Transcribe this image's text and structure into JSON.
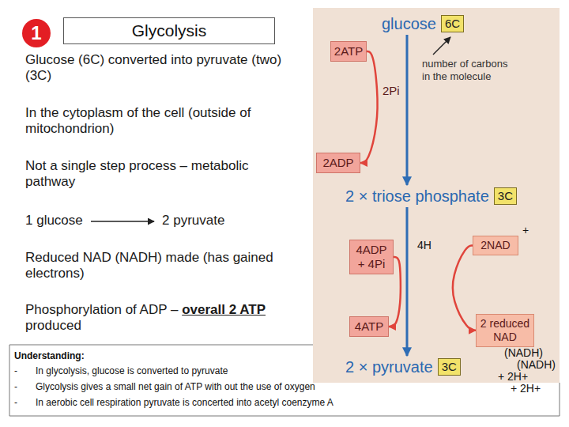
{
  "diagram": {
    "title": "Glycolysis",
    "nodes": [
      {
        "text": [
          "1"
        ]
      },
      {
        "text": [
          "glucose",
          "6C"
        ]
      },
      {
        "text": [
          "2ATP"
        ]
      },
      {
        "text": [
          "2ADP"
        ]
      },
      {
        "text": [
          "2 × triose phosphate",
          "3C"
        ]
      },
      {
        "text": [
          "4ADP + 4Pi"
        ]
      },
      {
        "text": [
          "2NAD"
        ]
      },
      {
        "text": [
          "4ATP"
        ]
      },
      {
        "text": [
          "2 reduced NAD"
        ]
      },
      {
        "text": [
          "2 × pyruvate",
          "3C"
        ]
      },
      {
        "text": [
          "Understanding:",
          "In glycolysis, glucose is converted to pyruvate",
          "Glycolysis gives a small net gain of ATP with out the use of oxygen",
          "In aerobic cell respiration pyruvate is concerted into acetyl coenzyme A"
        ]
      }
    ],
    "edges": [
      {
        "from": 1,
        "to": 4,
        "arrow": "to"
      },
      {
        "from": 4,
        "to": 9,
        "arrow": "to"
      },
      {
        "from": 2,
        "to": 3,
        "arrow": "to"
      },
      {
        "from": 5,
        "to": 7,
        "arrow": "to"
      },
      {
        "from": 6,
        "to": 8,
        "arrow": "to"
      }
    ],
    "labels": [
      "Glucose (6C) converted into pyruvate (two) (3C)",
      "In the cytoplasm of the cell (outside of mitochondrion)",
      "Not a single step process – metabolic pathway",
      "1 glucose",
      "2 pyruvate",
      "Reduced NAD (NADH) made (has gained electrons)",
      "Phosphorylation of ADP –",
      "overall 2 ATP",
      "produced",
      "number of carbons in the molecule",
      "2Pi",
      "4H",
      "+",
      "(NADH)",
      "(NADH)",
      "+ 2H+",
      "+ 2H+",
      "-",
      "-",
      "-"
    ]
  }
}
